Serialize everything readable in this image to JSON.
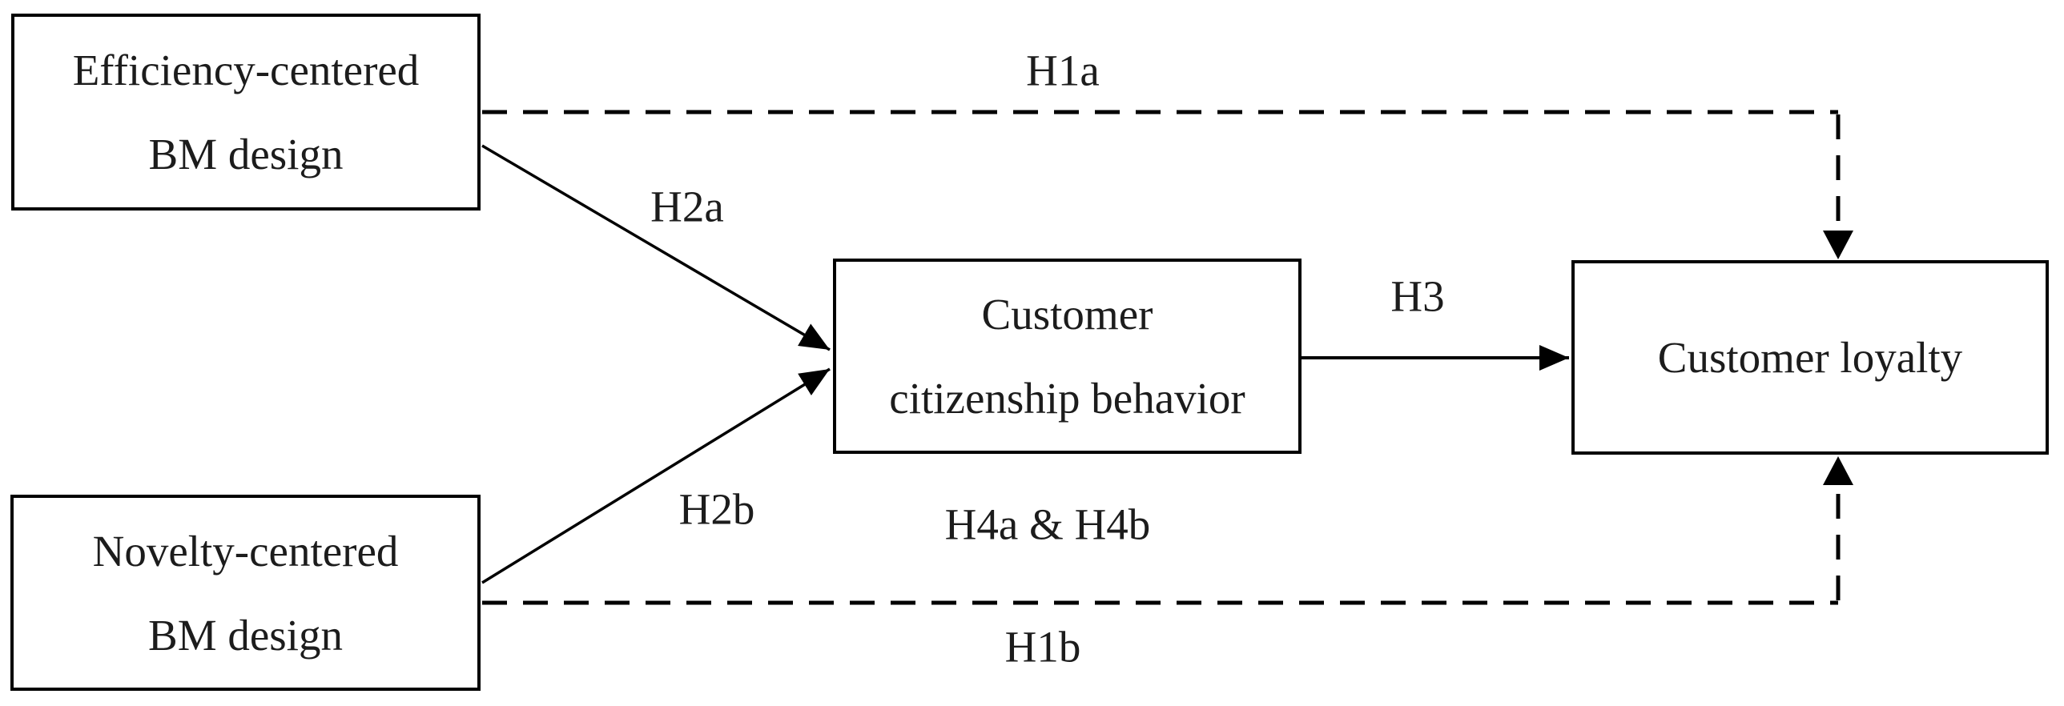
{
  "figure": {
    "type": "hypothesis-path-diagram",
    "background_color": "#ffffff",
    "line_color": "#000000",
    "text_color": "#1c1c1c"
  },
  "nodes": [
    {
      "id": "efficiency-bm-design",
      "lines": [
        "Efficiency-centered",
        "BM design"
      ]
    },
    {
      "id": "novelty-bm-design",
      "lines": [
        "Novelty-centered",
        "BM design"
      ]
    },
    {
      "id": "customer-citizenship-behavior",
      "lines": [
        "Customer",
        "citizenship behavior"
      ]
    },
    {
      "id": "customer-loyalty",
      "lines": [
        "Customer loyalty"
      ]
    }
  ],
  "edges": [
    {
      "label": "H1a",
      "from": "efficiency-bm-design",
      "to": "customer-loyalty",
      "style": "dashed"
    },
    {
      "label": "H2a",
      "from": "efficiency-bm-design",
      "to": "customer-citizenship-behavior",
      "style": "solid"
    },
    {
      "label": "H2b",
      "from": "novelty-bm-design",
      "to": "customer-citizenship-behavior",
      "style": "solid"
    },
    {
      "label": "H3",
      "from": "customer-citizenship-behavior",
      "to": "customer-loyalty",
      "style": "solid"
    },
    {
      "label": "H1b",
      "from": "novelty-bm-design",
      "to": "customer-loyalty",
      "style": "dashed"
    }
  ],
  "annotations": [
    {
      "label": "H4a & H4b"
    }
  ]
}
